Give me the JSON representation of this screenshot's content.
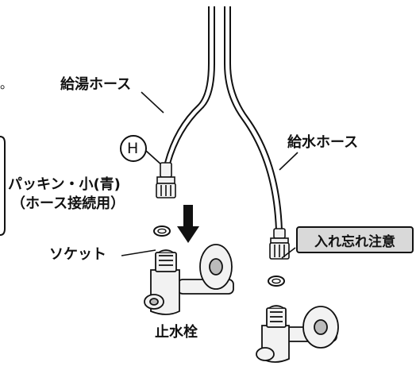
{
  "top_marker": "。",
  "callout_h": "H",
  "labels": {
    "hot_hose": "給湯ホース",
    "cold_hose": "給水ホース",
    "packing_line1": "パッキン・小(青)",
    "packing_line2": "（ホース接続用）",
    "socket": "ソケット",
    "stop_valve": "止水栓",
    "warning": "入れ忘れ注意"
  },
  "colors": {
    "line": "#111111",
    "warning_fill": "#d9d9d9",
    "metal_light": "#f2f2f2",
    "metal_shade": "#bbbbbb"
  }
}
